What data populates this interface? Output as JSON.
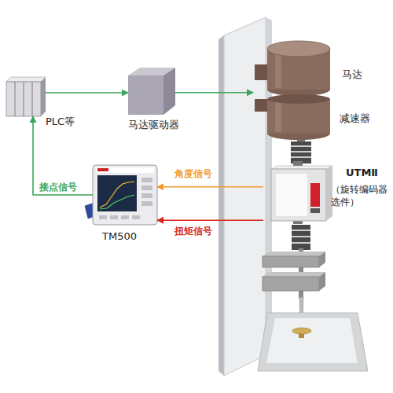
{
  "diagram": {
    "nodes": [
      {
        "text": [
          "PLC等"
        ]
      },
      {
        "text": [
          "马达驱动器"
        ]
      },
      {
        "text": [
          "马达"
        ]
      },
      {
        "text": [
          "减速器"
        ]
      },
      {
        "text": [
          "UTMⅡ",
          "（旋转编码器 选件）"
        ]
      },
      {
        "text": [
          "TM500"
        ]
      }
    ],
    "edges": [
      {
        "from": 0,
        "to": 1,
        "arrow": "to"
      },
      {
        "from": 1,
        "to": 2,
        "arrow": "to"
      },
      {
        "from": 4,
        "to": 5,
        "label": "角度信号",
        "arrow": "to"
      },
      {
        "from": 4,
        "to": 5,
        "label": "扭矩信号",
        "arrow": "to"
      },
      {
        "from": 5,
        "to": 0,
        "label": "接点信号",
        "arrow": "to"
      }
    ]
  }
}
